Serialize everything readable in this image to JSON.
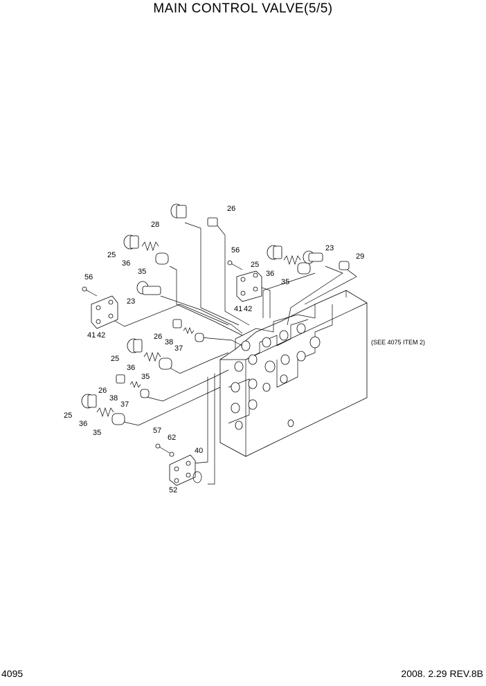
{
  "title": "MAIN CONTROL VALVE(5/5)",
  "page_number": "4095",
  "revision": "2008. 2.29  REV.8B",
  "note": "(SEE 4075 ITEM 2)",
  "callouts": {
    "c28": "28",
    "c26a": "26",
    "c56a": "56",
    "c25a": "25",
    "c36a": "36",
    "c35a": "35",
    "c23a": "23",
    "c29": "29",
    "c25b": "25",
    "c36b": "36",
    "c35b": "35",
    "c23b": "23",
    "c56b": "56",
    "c41a": "41",
    "c42a": "42",
    "c41b": "41",
    "c42b": "42",
    "c26b": "26",
    "c38a": "38",
    "c37a": "37",
    "c25c": "25",
    "c36c": "36",
    "c35c": "35",
    "c26c": "26",
    "c38b": "38",
    "c37b": "37",
    "c25d": "25",
    "c36d": "36",
    "c35d": "35",
    "c57": "57",
    "c62": "62",
    "c40": "40",
    "c52": "52"
  }
}
